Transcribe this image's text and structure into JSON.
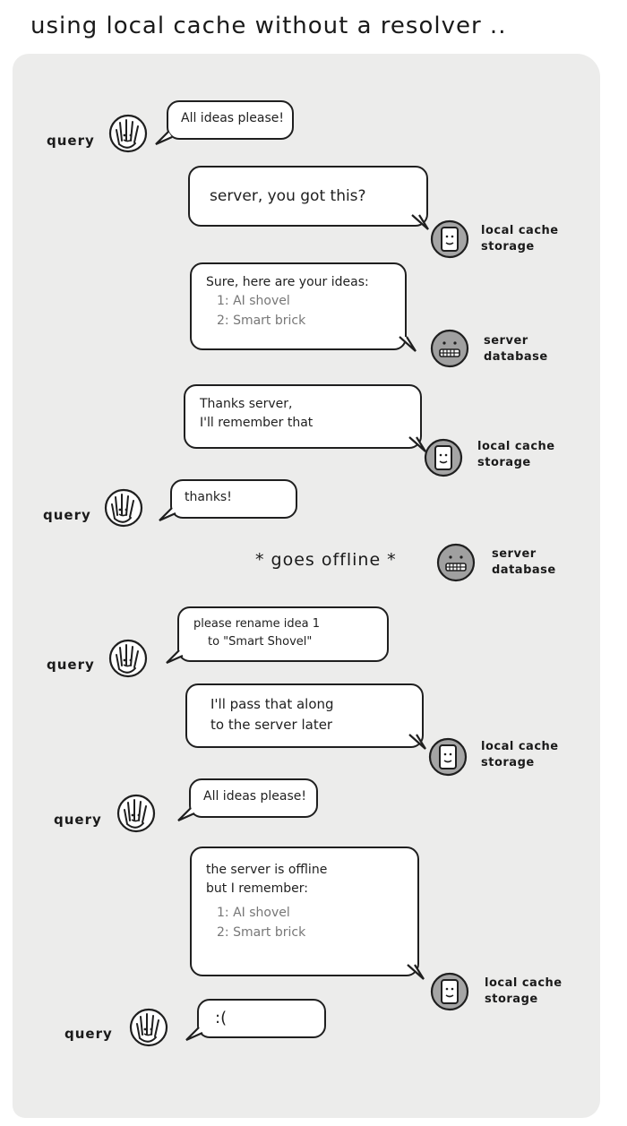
{
  "title": "using local cache without a resolver ..",
  "labels": {
    "query": "query",
    "cache": [
      "local cache",
      "storage"
    ],
    "server": [
      "server",
      "database"
    ]
  },
  "messages": {
    "m1": "All ideas please!",
    "m2": "server, you got this?",
    "m3_head": "Sure, here are your ideas:",
    "m3_list": [
      "1: AI shovel",
      "2: Smart brick"
    ],
    "m4": [
      "Thanks server,",
      "I'll remember that"
    ],
    "m5": "thanks!",
    "offline": "* goes offline *",
    "m6": [
      "please rename idea 1",
      "to \"Smart Shovel\""
    ],
    "m7": [
      "I'll pass that along",
      "to the server later"
    ],
    "m8": "All ideas please!",
    "m9_head": [
      "the server is offline",
      "but I remember:"
    ],
    "m9_list": [
      "1: AI shovel",
      "2: Smart brick"
    ],
    "m10": ":("
  },
  "icons": {
    "query": "hand-wave-icon",
    "cache": "phone-face-icon",
    "server": "server-face-icon"
  }
}
